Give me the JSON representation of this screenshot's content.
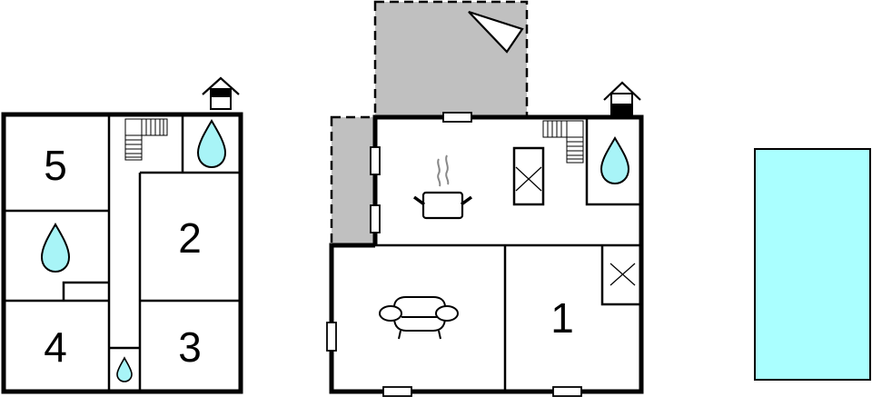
{
  "floorplan": {
    "colors": {
      "wall": "#000000",
      "water": "#a8f4f7",
      "terrace": "#c0c0c0",
      "pool": "#aaffff",
      "background": "#ffffff"
    },
    "upper_floor": {
      "rooms": [
        {
          "id": "room-5",
          "label": "5",
          "type": "bedroom"
        },
        {
          "id": "room-2",
          "label": "2",
          "type": "bedroom"
        },
        {
          "id": "room-4",
          "label": "4",
          "type": "bedroom"
        },
        {
          "id": "room-3",
          "label": "3",
          "type": "bedroom"
        }
      ],
      "icons": [
        "entrance-icon",
        "stairs-icon",
        "water-drop-icon",
        "water-drop-icon",
        "water-drop-icon"
      ]
    },
    "ground_floor": {
      "rooms": [
        {
          "id": "room-1",
          "label": "1",
          "type": "bedroom"
        },
        {
          "id": "kitchen",
          "label": "",
          "type": "kitchen"
        },
        {
          "id": "living",
          "label": "",
          "type": "living room"
        },
        {
          "id": "bathroom",
          "label": "",
          "type": "bathroom"
        }
      ],
      "icons": [
        "entrance-icon",
        "stairs-icon",
        "cooking-pot-icon",
        "fireplace-icon",
        "sofa-icon",
        "water-drop-icon",
        "storage-x-icon",
        "sun-terrace-icon"
      ]
    },
    "pool": {
      "label": ""
    }
  }
}
